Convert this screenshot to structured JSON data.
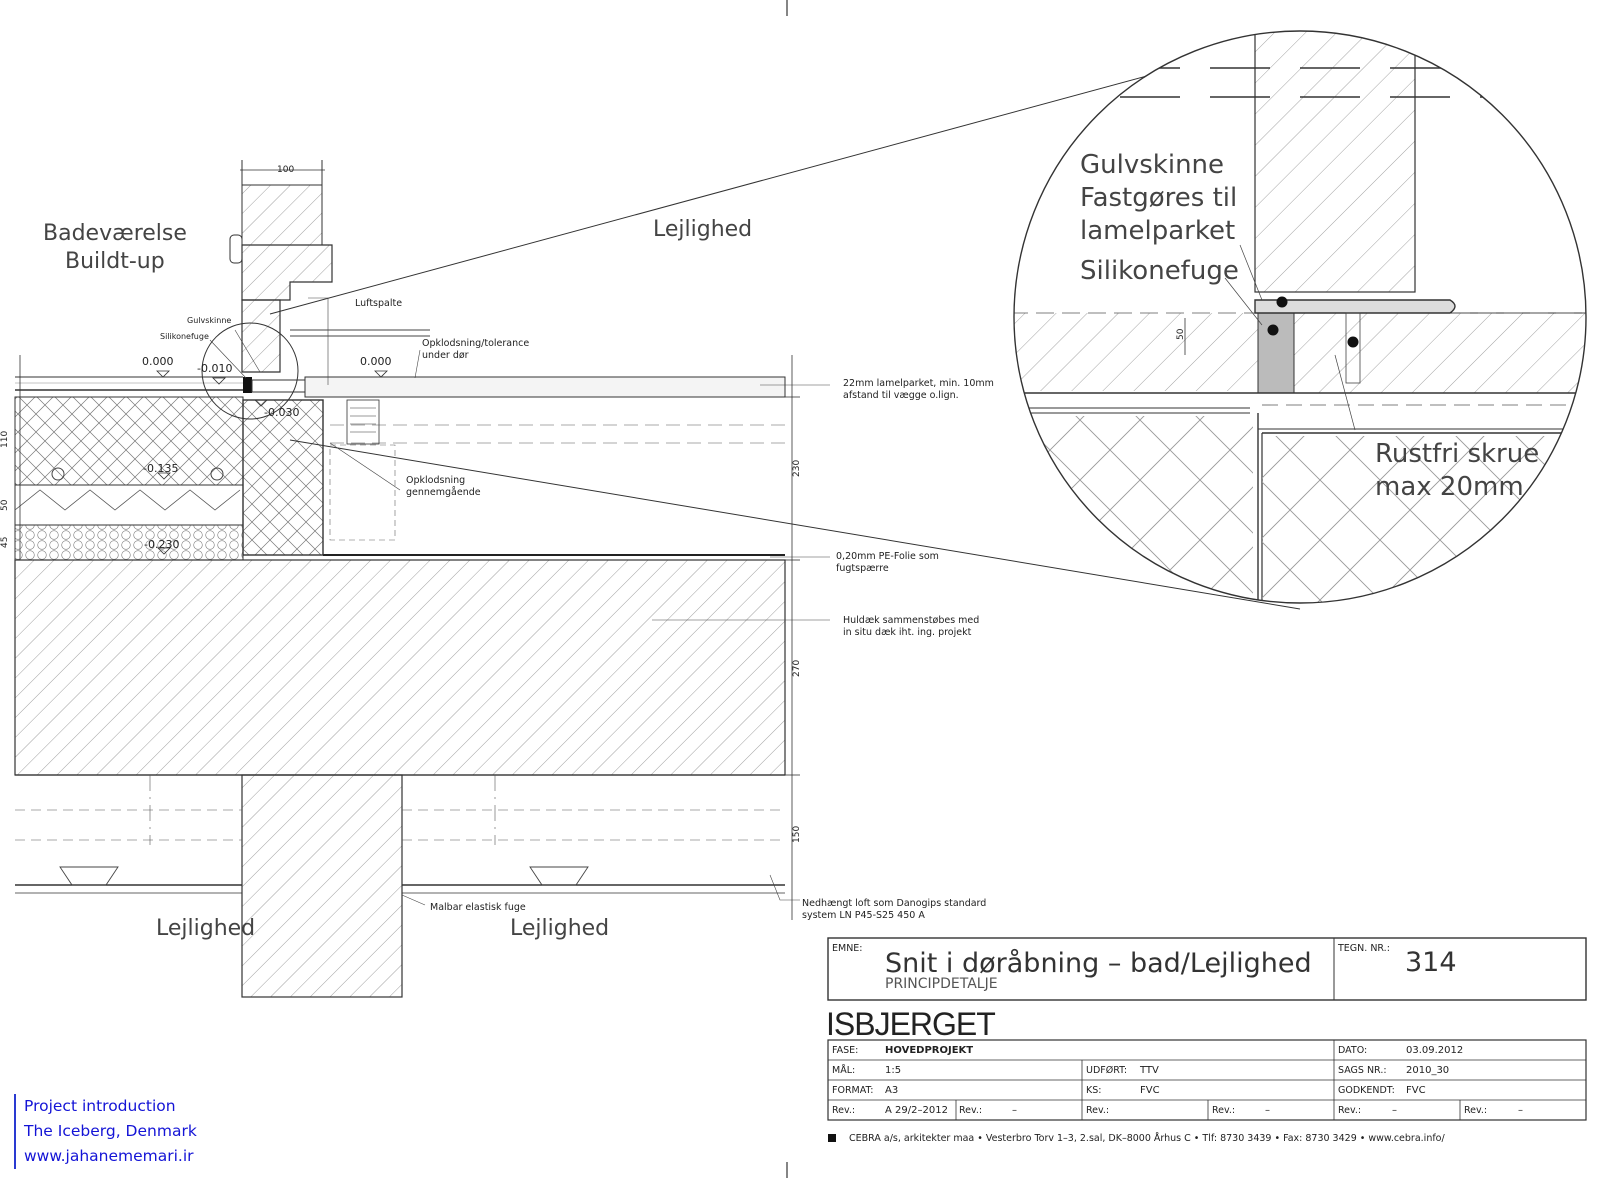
{
  "labels": {
    "badevaerelse_1": "Badeværelse",
    "badevaerelse_2": "Buildt-up",
    "lejlighed_top": "Lejlighed",
    "lejlighed_left": "Lejlighed",
    "lejlighed_mid": "Lejlighed",
    "gulvskinne": "Gulvskinne",
    "silikonefuge": "Silikonefuge",
    "luftspalte": "Luftspalte",
    "opklodsning_tolerance_1": "Opklodsning/tolerance",
    "opklodsning_tolerance_2": "under dør",
    "lamelparket_1": "22mm lamelparket, min. 10mm",
    "lamelparket_2": "afstand til vægge o.lign.",
    "opklodsning_gennem_1": "Opklodsning",
    "opklodsning_gennem_2": "gennemgående",
    "pefolie_1": "0,20mm PE-Folie som",
    "pefolie_2": "fugtspærre",
    "huldaek_1": "Huldæk sammenstøbes med",
    "huldaek_2": "in situ dæk iht. ing. projekt",
    "nedhaengt_1": "Nedhængt loft som Danogips standard",
    "nedhaengt_2": "system LN P45-S25 450 A",
    "malbar": "Malbar elastisk fuge"
  },
  "levels": {
    "l_0000_left": "0.000",
    "l_m0010": "-0.010",
    "l_0000_mid": "0.000",
    "l_m0030": "-0.030",
    "l_m0135": "-0.135",
    "l_m0230": "-0.230"
  },
  "dims": {
    "d100": "100",
    "d110": "110",
    "d50": "50",
    "d45": "45",
    "d230": "230",
    "d270": "270",
    "d150": "150",
    "d50_zoom": "50"
  },
  "zoom": {
    "gulvskinne": "Gulvskinne",
    "fastgores": "Fastgøres til",
    "lamelparket": "lamelparket",
    "silikonefuge": "Silikonefuge",
    "rustfri": "Rustfri skrue",
    "max": "max 20mm"
  },
  "title_block": {
    "emne_key": "EMNE:",
    "title": "Snit i døråbning – bad/Lejlighed",
    "subtitle": "PRINCIPDETALJE",
    "tegn_key": "TEGN. NR.:",
    "tegn_val": "314",
    "project": "ISBJERGET",
    "fase_key": "FASE:",
    "fase_val": "HOVEDPROJEKT",
    "dato_key": "DATO:",
    "dato_val": "03.09.2012",
    "mal_key": "MÅL:",
    "mal_val": "1:5",
    "udfort_key": "UDFØRT:",
    "udfort_val": "TTV",
    "sags_key": "SAGS NR.:",
    "sags_val": "2010_30",
    "format_key": "FORMAT:",
    "format_val": "A3",
    "ks_key": "KS:",
    "ks_val": "FVC",
    "godkendt_key": "GODKENDT:",
    "godkendt_val": "FVC",
    "rev1_key": "Rev.:",
    "rev1_val": "A 29/2–2012",
    "rev2_key": "Rev.:",
    "rev2_val": "–",
    "rev3_key": "Rev.:",
    "rev4_key": "Rev.:",
    "rev4_val": "–",
    "rev5_key": "Rev.:",
    "rev5_val": "–",
    "rev6_key": "Rev.:",
    "rev6_val": "–",
    "footer": "CEBRA a/s, arkitekter maa  •  Vesterbro Torv 1–3, 2.sal, DK–8000 Århus C  •  Tlf: 8730 3439  •  Fax: 8730 3429  •  www.cebra.info/"
  },
  "credit": {
    "line1": "Project introduction",
    "line2": "The Iceberg, Denmark",
    "line3": "www.jahanememari.ir"
  }
}
